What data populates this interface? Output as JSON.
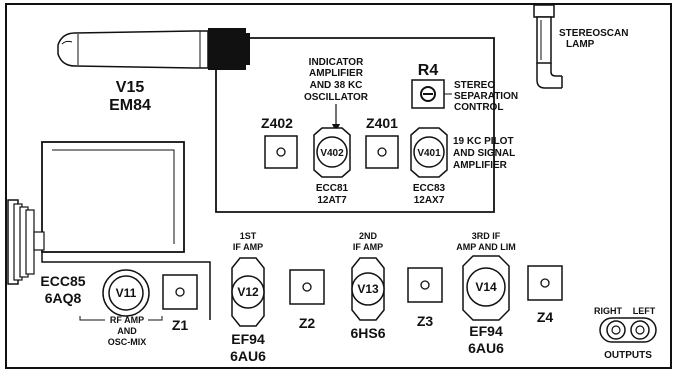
{
  "tubes": {
    "v15": {
      "name": "V15",
      "type": "EM84"
    },
    "v402": {
      "name": "V402",
      "line1": "ECC81",
      "line2": "12AT7"
    },
    "v401": {
      "name": "V401",
      "line1": "ECC83",
      "line2": "12AX7"
    },
    "v11": {
      "name": "V11",
      "line1": "ECC85",
      "line2": "6AQ8"
    },
    "v12": {
      "name": "V12",
      "line1": "EF94",
      "line2": "6AU6"
    },
    "v13": {
      "name": "V13",
      "line1": "6HS6"
    },
    "v14": {
      "name": "V14",
      "line1": "EF94",
      "line2": "6AU6"
    }
  },
  "indicator_note": [
    "INDICATOR",
    "AMPLIFIER",
    "AND 38 KC",
    "OSCILLATOR"
  ],
  "pilot_note": [
    "19 KC PILOT",
    "AND SIGNAL",
    "AMPLIFIER"
  ],
  "r4": {
    "name": "R4",
    "desc": [
      "STEREO",
      "SEPARATION",
      "CONTROL"
    ]
  },
  "stereoscan": [
    "STEREOSCAN",
    "LAMP"
  ],
  "transformers": {
    "z402": "Z402",
    "z401": "Z401",
    "z1": "Z1",
    "z2": "Z2",
    "z3": "Z3",
    "z4": "Z4"
  },
  "stage_labels": {
    "if1": [
      "1ST",
      "IF AMP"
    ],
    "if2": [
      "2ND",
      "IF AMP"
    ],
    "if3": [
      "3RD IF",
      "AMP AND LIM"
    ],
    "rf": [
      "RF AMP",
      "AND",
      "OSC-MIX"
    ]
  },
  "outputs": {
    "right": "RIGHT",
    "left": "LEFT",
    "label": "OUTPUTS"
  }
}
